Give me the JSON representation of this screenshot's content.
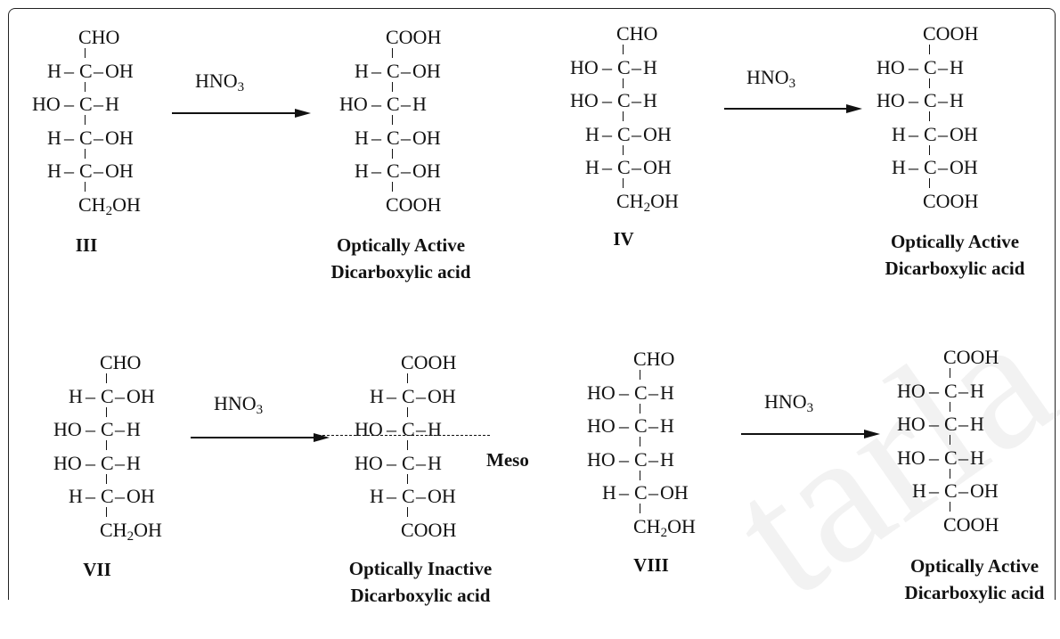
{
  "reagent": "HNO",
  "reagent_subscript": "3",
  "meso_label": "Meso",
  "watermark_text": "tarla",
  "panels": [
    {
      "name": "panel-III",
      "start": {
        "label": "III",
        "rows": [
          {
            "l": "",
            "r": "CHO"
          },
          {
            "l": "H",
            "r": "OH"
          },
          {
            "l": "HO",
            "r": "H"
          },
          {
            "l": "H",
            "r": "OH"
          },
          {
            "l": "H",
            "r": "OH"
          },
          {
            "l": "",
            "r": "CH",
            "rsub": "2",
            "rtail": "OH"
          }
        ]
      },
      "product": {
        "label_lines": [
          "Optically Active",
          "Dicarboxylic acid"
        ],
        "rows": [
          {
            "l": "",
            "r": "COOH"
          },
          {
            "l": "H",
            "r": "OH"
          },
          {
            "l": "HO",
            "r": "H"
          },
          {
            "l": "H",
            "r": "OH"
          },
          {
            "l": "H",
            "r": "OH"
          },
          {
            "l": "",
            "r": "COOH"
          }
        ]
      }
    },
    {
      "name": "panel-IV",
      "start": {
        "label": "IV",
        "rows": [
          {
            "l": "",
            "r": "CHO"
          },
          {
            "l": "HO",
            "r": "H"
          },
          {
            "l": "HO",
            "r": "H"
          },
          {
            "l": "H",
            "r": "OH"
          },
          {
            "l": "H",
            "r": "OH"
          },
          {
            "l": "",
            "r": "CH",
            "rsub": "2",
            "rtail": "OH"
          }
        ]
      },
      "product": {
        "label_lines": [
          "Optically Active",
          "Dicarboxylic acid"
        ],
        "rows": [
          {
            "l": "",
            "r": "COOH"
          },
          {
            "l": "HO",
            "r": "H"
          },
          {
            "l": "HO",
            "r": "H"
          },
          {
            "l": "H",
            "r": "OH"
          },
          {
            "l": "H",
            "r": "OH"
          },
          {
            "l": "",
            "r": "COOH"
          }
        ]
      }
    },
    {
      "name": "panel-VII",
      "start": {
        "label": "VII",
        "rows": [
          {
            "l": "",
            "r": "CHO"
          },
          {
            "l": "H",
            "r": "OH"
          },
          {
            "l": "HO",
            "r": "H"
          },
          {
            "l": "HO",
            "r": "H"
          },
          {
            "l": "H",
            "r": "OH"
          },
          {
            "l": "",
            "r": "CH",
            "rsub": "2",
            "rtail": "OH"
          }
        ]
      },
      "product": {
        "label_lines": [
          "Optically Inactive",
          "Dicarboxylic acid"
        ],
        "rows": [
          {
            "l": "",
            "r": "COOH"
          },
          {
            "l": "H",
            "r": "OH"
          },
          {
            "l": "HO",
            "r": "H"
          },
          {
            "l": "HO",
            "r": "H"
          },
          {
            "l": "H",
            "r": "OH"
          },
          {
            "l": "",
            "r": "COOH"
          }
        ]
      }
    },
    {
      "name": "panel-VIII",
      "start": {
        "label": "VIII",
        "rows": [
          {
            "l": "",
            "r": "CHO"
          },
          {
            "l": "HO",
            "r": "H"
          },
          {
            "l": "HO",
            "r": "H"
          },
          {
            "l": "HO",
            "r": "H"
          },
          {
            "l": "H",
            "r": "OH"
          },
          {
            "l": "",
            "r": "CH",
            "rsub": "2",
            "rtail": "OH"
          }
        ]
      },
      "product": {
        "label_lines": [
          "Optically Active",
          "Dicarboxylic acid"
        ],
        "rows": [
          {
            "l": "",
            "r": "COOH"
          },
          {
            "l": "HO",
            "r": "H"
          },
          {
            "l": "HO",
            "r": "H"
          },
          {
            "l": "HO",
            "r": "H"
          },
          {
            "l": "H",
            "r": "OH"
          },
          {
            "l": "",
            "r": "COOH"
          }
        ]
      }
    }
  ]
}
